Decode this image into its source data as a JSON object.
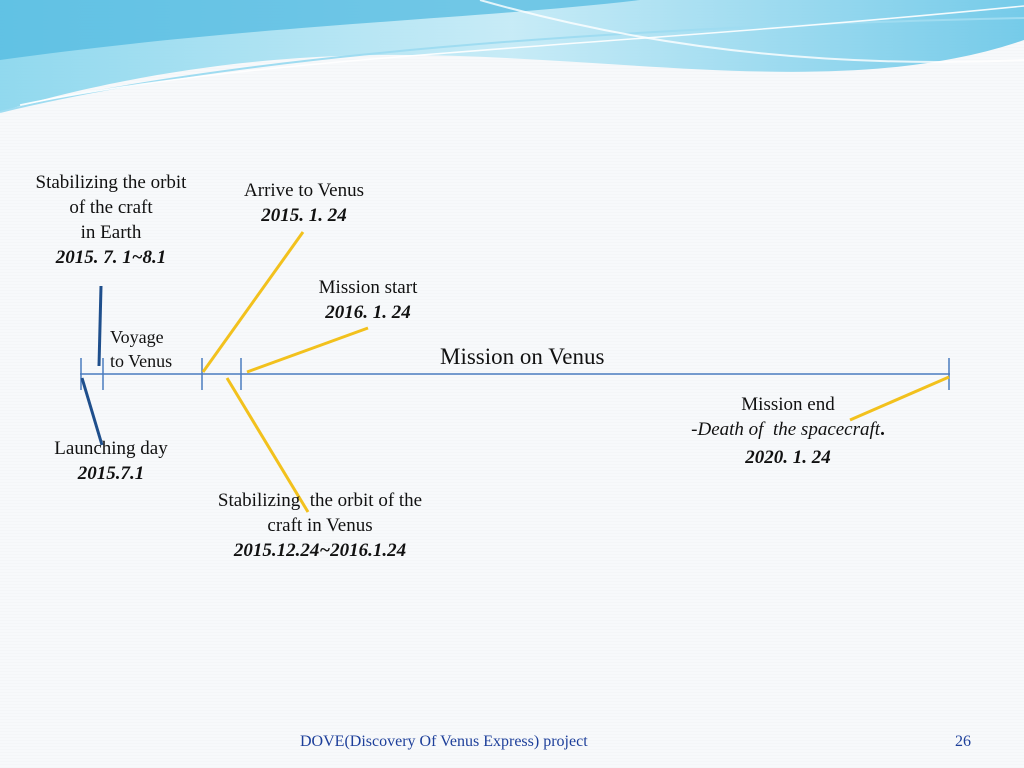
{
  "events": {
    "earth_orbit": {
      "line1": "Stabilizing the orbit",
      "line2": "of the craft",
      "line3": "in Earth",
      "date": "2015. 7. 1~8.1"
    },
    "arrive": {
      "title": "Arrive to Venus",
      "date": "2015. 1. 24"
    },
    "mission_start": {
      "title": "Mission start",
      "date": "2016. 1. 24"
    },
    "voyage": {
      "line1": "Voyage",
      "line2": "to Venus"
    },
    "mission_on_venus": "Mission on Venus",
    "launch": {
      "title": "Launching day",
      "date": "2015.7.1"
    },
    "venus_orbit": {
      "line1": "Stabilizing  the orbit of the",
      "line2": "craft in Venus",
      "date": "2015.12.24~2016.1.24"
    },
    "mission_end": {
      "title": "Mission end",
      "subtitle_prefix": "-",
      "subtitle": "Death of  the spacecraft",
      "subtitle_suffix": ".",
      "date": "2020. 1. 24"
    }
  },
  "footer": {
    "project": "DOVE(Discovery Of Venus Express) project",
    "page": "26"
  },
  "colors": {
    "axis": "#4a7cbf",
    "callout_yellow": "#f2c11d",
    "callout_blue": "#1f4f8c",
    "footer_text": "#1d3f9a"
  }
}
